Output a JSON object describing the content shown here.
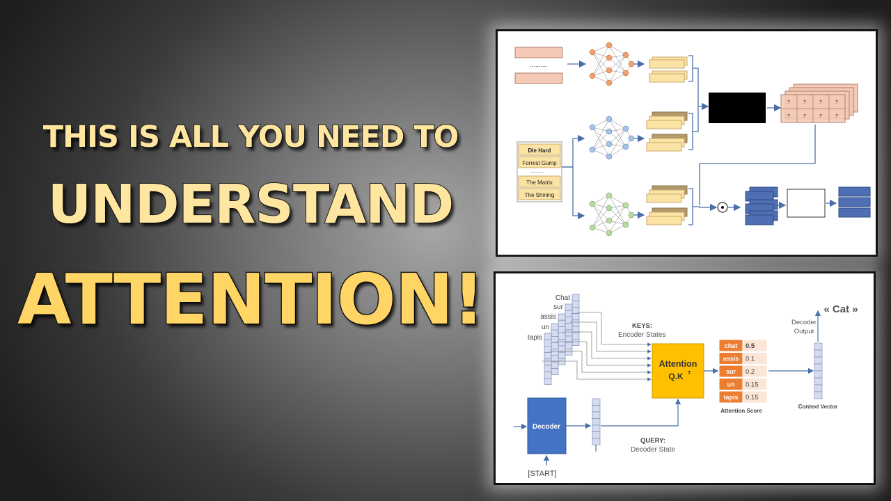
{
  "headline": {
    "line1": "THIS IS ALL YOU NEED TO",
    "line2": "UNDERSTAND",
    "line3": "ATTENTION!"
  },
  "top_diagram": {
    "movies": [
      "Die Hard",
      "Forrest Gump",
      "The Matrix",
      "The Shining"
    ],
    "placeholder": "?",
    "dots": "..........",
    "colors": {
      "input_box": "#f4c9b5",
      "stack_box": "#fbe3a6",
      "stack_dark": "#b39a6a",
      "output_blue": "#4e6fb4",
      "line": "#4a6fa8"
    }
  },
  "bottom_diagram": {
    "encoder_words": [
      "Chat",
      "sur",
      "assis",
      "un",
      "tapis"
    ],
    "keys_title": "KEYS:",
    "keys_sub": "Encoder States",
    "attention_title": "Attention",
    "attention_formula": "Q.K",
    "attention_sup": "T",
    "decoder_label": "Decoder",
    "start_label": "[START]",
    "query_title": "QUERY:",
    "query_sub": "Decoder State",
    "scores": [
      {
        "word": "chat",
        "value": "0.5"
      },
      {
        "word": "assis",
        "value": "0.1"
      },
      {
        "word": "sur",
        "value": "0.2"
      },
      {
        "word": "un",
        "value": "0.15"
      },
      {
        "word": "tapis",
        "value": "0.15"
      }
    ],
    "score_label": "Attention Score",
    "context_label": "Context Vector",
    "decoder_output_1": "Decoder",
    "decoder_output_2": "Output",
    "output_word": "« Cat »",
    "colors": {
      "attention_box": "#ffc000",
      "decoder_box": "#4472c4",
      "score_word": "#ed7d31",
      "score_value": "#fbe5d6",
      "vector": "#d6dcef"
    }
  }
}
